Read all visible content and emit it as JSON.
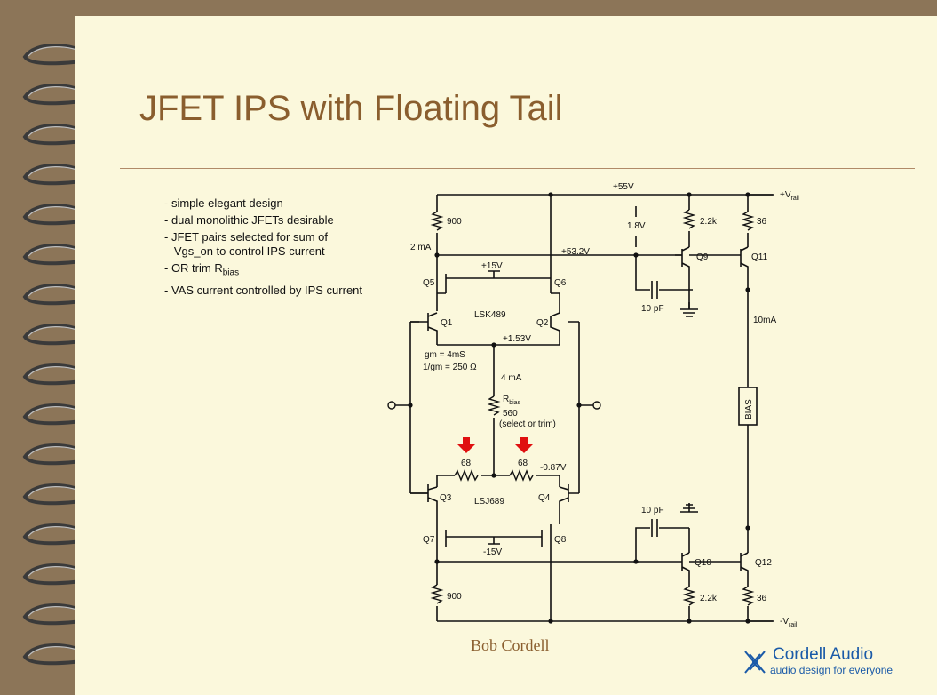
{
  "slide": {
    "title": "JFET IPS with Floating Tail",
    "bullets": [
      "- simple elegant design",
      "- dual monolithic JFETs desirable",
      "- JFET pairs selected for sum of\n   Vgs_on to control IPS current",
      "- OR trim R",
      "- VAS current controlled by IPS current"
    ],
    "bullet_subscript": "bias",
    "author": "Bob Cordell",
    "logo": {
      "name": "Cordell Audio",
      "tagline": "audio design for everyone"
    }
  },
  "circuit": {
    "labels": {
      "v55": "+55V",
      "vrail_pos": "+V",
      "vrail_neg": "-V",
      "rail_sub": "rail",
      "r900_top": "900",
      "r900_bot": "900",
      "i2ma": "2 mA",
      "v53": "+53.2V",
      "v18": "1.8V",
      "r22k_top": "2.2k",
      "r22k_bot": "2.2k",
      "r36_top": "36",
      "r36_bot": "36",
      "q9": "Q9",
      "q11": "Q11",
      "q10": "Q10",
      "q12": "Q12",
      "c10pf_top": "10 pF",
      "c10pf_bot": "10 pF",
      "v15p": "+15V",
      "v15n": "-15V",
      "q5": "Q5",
      "q6": "Q6",
      "q1": "Q1",
      "q2": "Q2",
      "q3": "Q3",
      "q4": "Q4",
      "q7": "Q7",
      "q8": "Q8",
      "lsk489": "LSK489",
      "lsj689": "LSJ689",
      "v153": "+1.53V",
      "v087": "-0.87V",
      "gm": "gm = 4mS",
      "inv_gm": "1/gm = 250 Ω",
      "i4ma": "4 mA",
      "rbias": "R",
      "rbias_sub": "bias",
      "r560": "560",
      "select_trim": "(select or trim)",
      "r68_left": "68",
      "r68_right": "68",
      "i10ma": "10mA",
      "bias": "BIAS"
    },
    "colors": {
      "wire": "#111111",
      "arrow": "#e01010",
      "title": "#8a5e2e",
      "logo": "#1a5aa8"
    }
  }
}
